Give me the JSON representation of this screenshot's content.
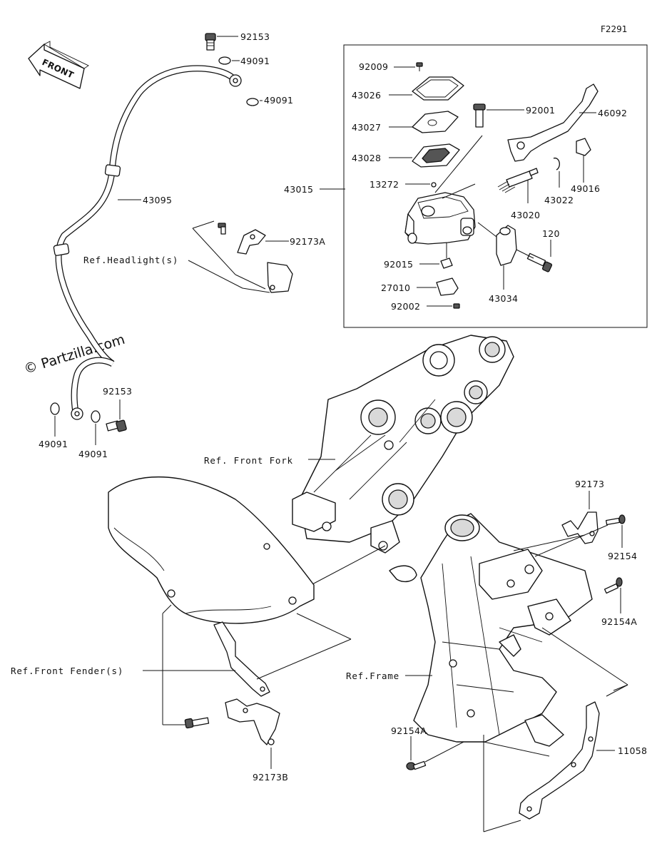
{
  "figure_code": "F2291",
  "watermark": "© Partzilla.com",
  "front_arrow": "FRONT",
  "parts": {
    "p92153_top": "92153",
    "p49091_a": "49091",
    "p49091_b": "49091",
    "p43095": "43095",
    "p92009": "92009",
    "p43026": "43026",
    "p43027": "43027",
    "p43028": "43028",
    "p43015": "43015",
    "p13272": "13272",
    "p92001": "92001",
    "p46092": "46092",
    "p49016": "49016",
    "p43022": "43022",
    "p43020": "43020",
    "p120": "120",
    "p92015": "92015",
    "p27010": "27010",
    "p92002": "92002",
    "p43034": "43034",
    "p92173A": "92173A",
    "p92153_bot": "92153",
    "p49091_c": "49091",
    "p49091_d": "49091",
    "p92173": "92173",
    "p92154": "92154",
    "p92154A_a": "92154A",
    "p92154A_b": "92154A",
    "p11058": "11058",
    "p92173B": "92173B"
  },
  "refs": {
    "headlight": "Ref.Headlight(s)",
    "front_fork": "Ref. Front Fork",
    "front_fender": "Ref.Front Fender(s)",
    "frame": "Ref.Frame"
  }
}
